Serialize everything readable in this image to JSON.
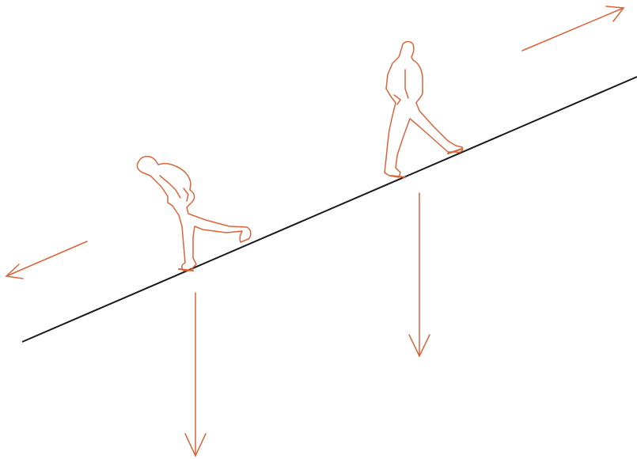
{
  "colors": {
    "background": "#ffffff",
    "slope_line": "#1a1a1a",
    "figures": "#d9643a",
    "arrows": "#d9643a"
  },
  "elements": {
    "slope": "inclined-line",
    "walker_downhill": "person-leaning-back-walking-down",
    "walker_uphill": "person-leaning-forward-walking-up",
    "arrow_down_left": "direction-arrow-down-slope",
    "arrow_up_right": "direction-arrow-up-slope",
    "force_arrow_left": "downward-vertical-arrow",
    "force_arrow_right": "downward-vertical-arrow"
  }
}
